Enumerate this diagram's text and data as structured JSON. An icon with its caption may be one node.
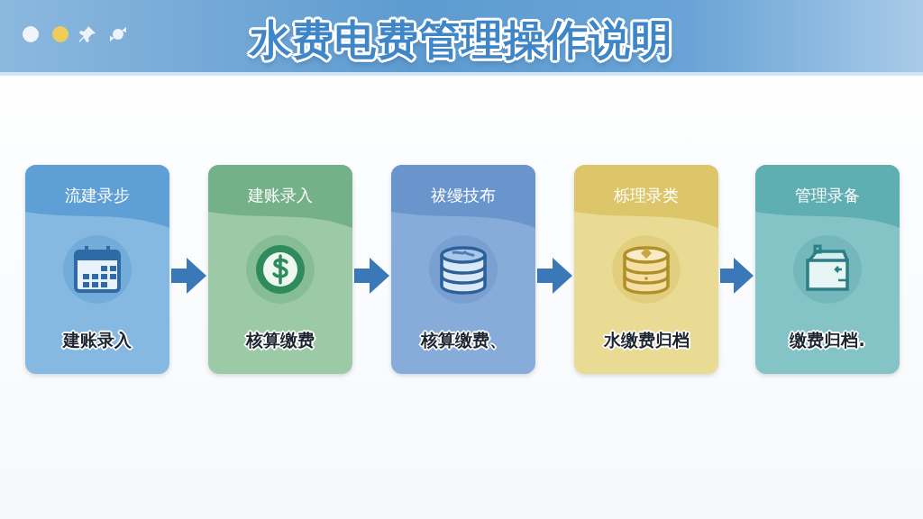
{
  "diagram": {
    "title": "水费电费管理操作说明",
    "nodes": [
      {
        "text": [
          "流建录步",
          "建账录入"
        ]
      },
      {
        "text": [
          "建账录入",
          "核算缴费"
        ]
      },
      {
        "text": [
          "祓缦技布",
          "核算缴费、"
        ]
      },
      {
        "text": [
          "栎理录类",
          "水缴费归档"
        ]
      },
      {
        "text": [
          "管理录备",
          "缴费归档."
        ]
      }
    ],
    "edges": [
      {
        "from": 0,
        "to": 1,
        "arrow": "to"
      },
      {
        "from": 1,
        "to": 2,
        "arrow": "to"
      },
      {
        "from": 2,
        "to": 3,
        "arrow": "to"
      },
      {
        "from": 3,
        "to": 4,
        "arrow": "to"
      }
    ]
  }
}
